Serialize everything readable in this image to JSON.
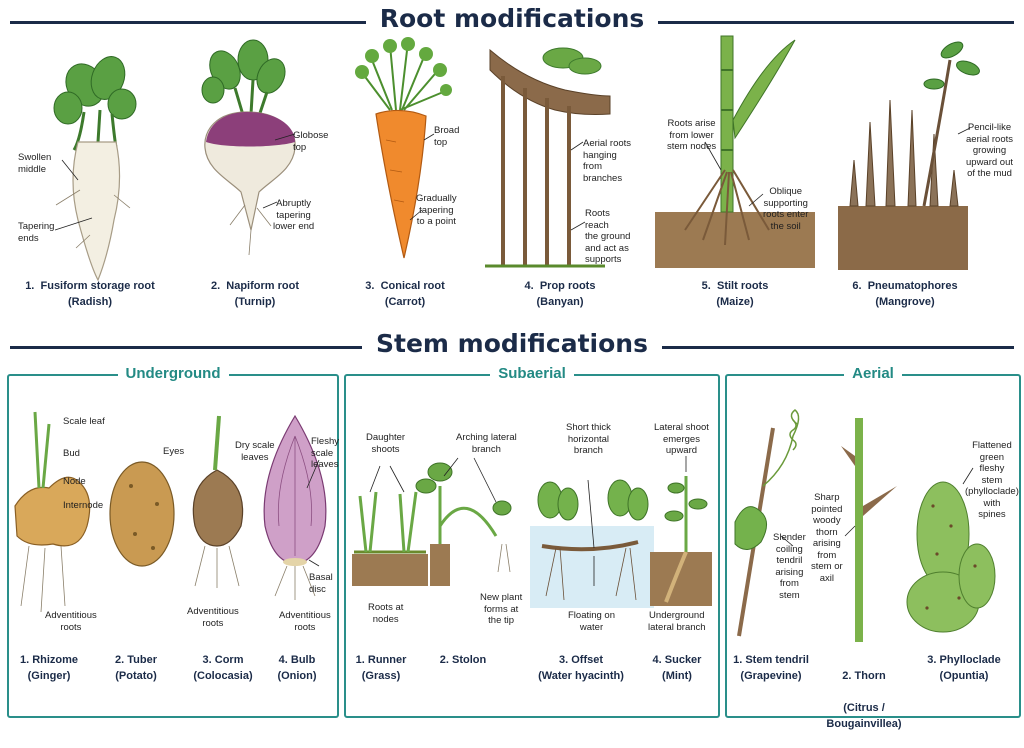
{
  "root_section": {
    "title": "Root modifications",
    "items": [
      {
        "number": "1.",
        "name": "Fusiform storage root",
        "plant": "(Radish)",
        "annotations": [
          "Swollen\nmiddle",
          "Tapering\nends"
        ]
      },
      {
        "number": "2.",
        "name": "Napiform root",
        "plant": "(Turnip)",
        "annotations": [
          "Globose\ntop",
          "Abruptly\ntapering\nlower end"
        ]
      },
      {
        "number": "3.",
        "name": "Conical root",
        "plant": "(Carrot)",
        "annotations": [
          "Broad\ntop",
          "Gradually\ntapering\nto a point"
        ]
      },
      {
        "number": "4.",
        "name": "Prop roots",
        "plant": "(Banyan)",
        "annotations": [
          "Aerial roots\nhanging from\nbranches",
          "Roots reach\nthe ground\nand act as\nsupports"
        ]
      },
      {
        "number": "5.",
        "name": "Stilt roots",
        "plant": "(Maize)",
        "annotations": [
          "Roots arise\nfrom lower\nstem nodes",
          "Oblique\nsupporting\nroots enter\nthe soil"
        ]
      },
      {
        "number": "6.",
        "name": "Pneumatophores",
        "plant": "(Mangrove)",
        "annotations": [
          "Pencil-like\naerial roots\ngrowing\nupward out\nof the mud"
        ]
      }
    ]
  },
  "stem_section": {
    "title": "Stem modifications",
    "panels": [
      {
        "title": "Underground",
        "items": [
          {
            "number": "1.",
            "name": "Rhizome",
            "plant": "(Ginger)",
            "annotations": [
              "Scale leaf",
              "Bud",
              "Node",
              "Internode",
              "Adventitious\nroots"
            ]
          },
          {
            "number": "2.",
            "name": "Tuber",
            "plant": "(Potato)",
            "annotations": [
              "Eyes"
            ]
          },
          {
            "number": "3.",
            "name": "Corm",
            "plant": "(Colocasia)",
            "annotations": [
              "Dry scale\nleaves",
              "Adventitious\nroots"
            ]
          },
          {
            "number": "4.",
            "name": "Bulb",
            "plant": "(Onion)",
            "annotations": [
              "Fleshy\nscale\nleaves",
              "Basal\ndisc",
              "Adventitious\nroots"
            ]
          }
        ]
      },
      {
        "title": "Subaerial",
        "items": [
          {
            "number": "1.",
            "name": "Runner",
            "plant": "(Grass)",
            "annotations": [
              "Daughter\nshoots",
              "Roots at\nnodes"
            ]
          },
          {
            "number": "2.",
            "name": "Stolon",
            "plant": "",
            "annotations": [
              "Arching lateral\nbranch",
              "New plant\nforms at\nthe tip"
            ]
          },
          {
            "number": "3.",
            "name": "Offset",
            "plant": "(Water hyacinth)",
            "annotations": [
              "Short thick\nhorizontal\nbranch",
              "Floating on\nwater"
            ]
          },
          {
            "number": "4.",
            "name": "Sucker",
            "plant": "(Mint)",
            "annotations": [
              "Lateral shoot\nemerges\nupward",
              "Underground\nlateral branch"
            ]
          }
        ]
      },
      {
        "title": "Aerial",
        "items": [
          {
            "number": "1.",
            "name": "Stem tendril",
            "plant": "(Grapevine)",
            "annotations": [
              "Slender\ncoiling\ntendril\narising\nfrom\nstem"
            ]
          },
          {
            "number": "2.",
            "name": "Thorn",
            "plant": "(Citrus /\nBougainvillea)",
            "annotations": [
              "Sharp\npointed\nwoody\nthorn\narising\nfrom\nstem or\naxil"
            ]
          },
          {
            "number": "3.",
            "name": "Phylloclade",
            "plant": "(Opuntia)",
            "annotations": [
              "Flattened\ngreen\nfleshy\nstem\n(phylloclade)\nwith\nspines"
            ]
          }
        ]
      }
    ]
  },
  "colors": {
    "navy": "#1b2b48",
    "teal": "#2a8f8a",
    "leaf": "#4f9a3a",
    "soil": "#7a5a3a"
  }
}
